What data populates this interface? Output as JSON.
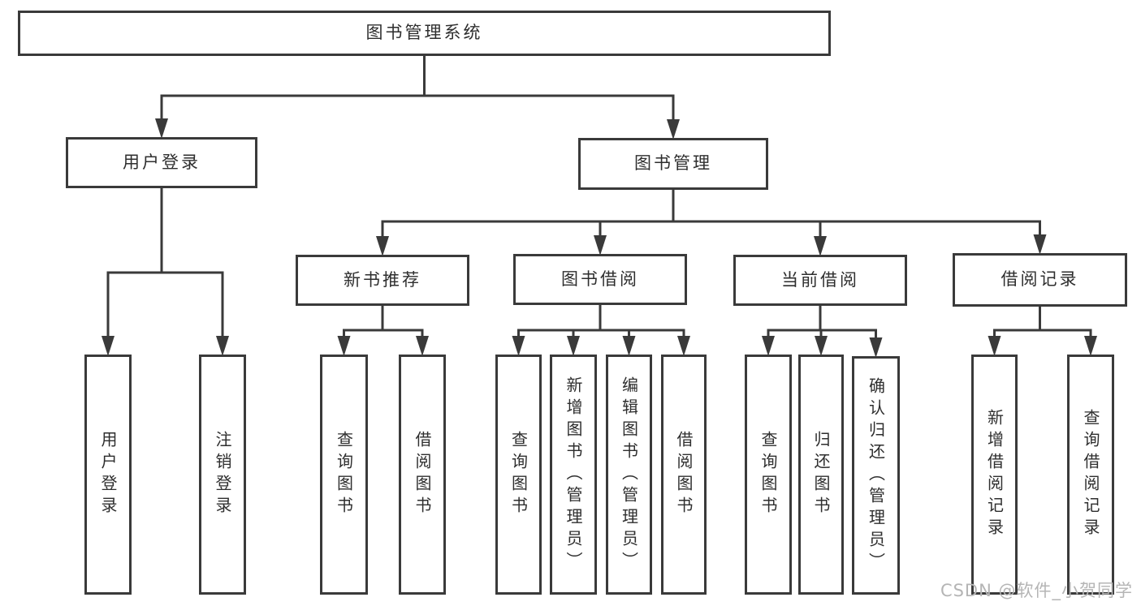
{
  "diagram": {
    "nodes": [
      {
        "id": "root",
        "label": "图书管理系统",
        "orientation": "horizontal"
      },
      {
        "id": "user_login",
        "label": "用户登录",
        "orientation": "horizontal"
      },
      {
        "id": "book_mgmt",
        "label": "图书管理",
        "orientation": "horizontal"
      },
      {
        "id": "new_books",
        "label": "新书推荐",
        "orientation": "horizontal"
      },
      {
        "id": "book_borrow",
        "label": "图书借阅",
        "orientation": "horizontal"
      },
      {
        "id": "current_borrow",
        "label": "当前借阅",
        "orientation": "horizontal"
      },
      {
        "id": "borrow_records",
        "label": "借阅记录",
        "orientation": "horizontal"
      },
      {
        "id": "leaf_user_login",
        "label": "用户登录",
        "orientation": "vertical"
      },
      {
        "id": "leaf_logout",
        "label": "注销登录",
        "orientation": "vertical"
      },
      {
        "id": "leaf_nb_query",
        "label": "查询图书",
        "orientation": "vertical"
      },
      {
        "id": "leaf_nb_borrow",
        "label": "借阅图书",
        "orientation": "vertical"
      },
      {
        "id": "leaf_bb_query",
        "label": "查询图书",
        "orientation": "vertical"
      },
      {
        "id": "leaf_bb_add",
        "label": "新增图书（管理员）",
        "orientation": "vertical"
      },
      {
        "id": "leaf_bb_edit",
        "label": "编辑图书（管理员）",
        "orientation": "vertical"
      },
      {
        "id": "leaf_bb_borrow",
        "label": "借阅图书",
        "orientation": "vertical"
      },
      {
        "id": "leaf_cb_query",
        "label": "查询图书",
        "orientation": "vertical"
      },
      {
        "id": "leaf_cb_return",
        "label": "归还图书",
        "orientation": "vertical"
      },
      {
        "id": "leaf_cb_confirm",
        "label": "确认归还（管理员）",
        "orientation": "vertical"
      },
      {
        "id": "leaf_br_add",
        "label": "新增借阅记录",
        "orientation": "vertical"
      },
      {
        "id": "leaf_br_query",
        "label": "查询借阅记录",
        "orientation": "vertical"
      }
    ],
    "edges": [
      {
        "from": "root",
        "to": [
          "user_login",
          "book_mgmt"
        ]
      },
      {
        "from": "user_login",
        "to": [
          "leaf_user_login",
          "leaf_logout"
        ]
      },
      {
        "from": "book_mgmt",
        "to": [
          "new_books",
          "book_borrow",
          "current_borrow",
          "borrow_records"
        ]
      },
      {
        "from": "new_books",
        "to": [
          "leaf_nb_query",
          "leaf_nb_borrow"
        ]
      },
      {
        "from": "book_borrow",
        "to": [
          "leaf_bb_query",
          "leaf_bb_add",
          "leaf_bb_edit",
          "leaf_bb_borrow"
        ]
      },
      {
        "from": "current_borrow",
        "to": [
          "leaf_cb_query",
          "leaf_cb_return",
          "leaf_cb_confirm"
        ]
      },
      {
        "from": "borrow_records",
        "to": [
          "leaf_br_add",
          "leaf_br_query"
        ]
      }
    ]
  },
  "watermark": {
    "text": "CSDN @软件_小贺同学"
  },
  "colors": {
    "line": "#3a3a3a",
    "border": "#3a3a3a",
    "text": "#2e2e2e",
    "watermark": "#b5b5b5",
    "background": "#ffffff"
  }
}
